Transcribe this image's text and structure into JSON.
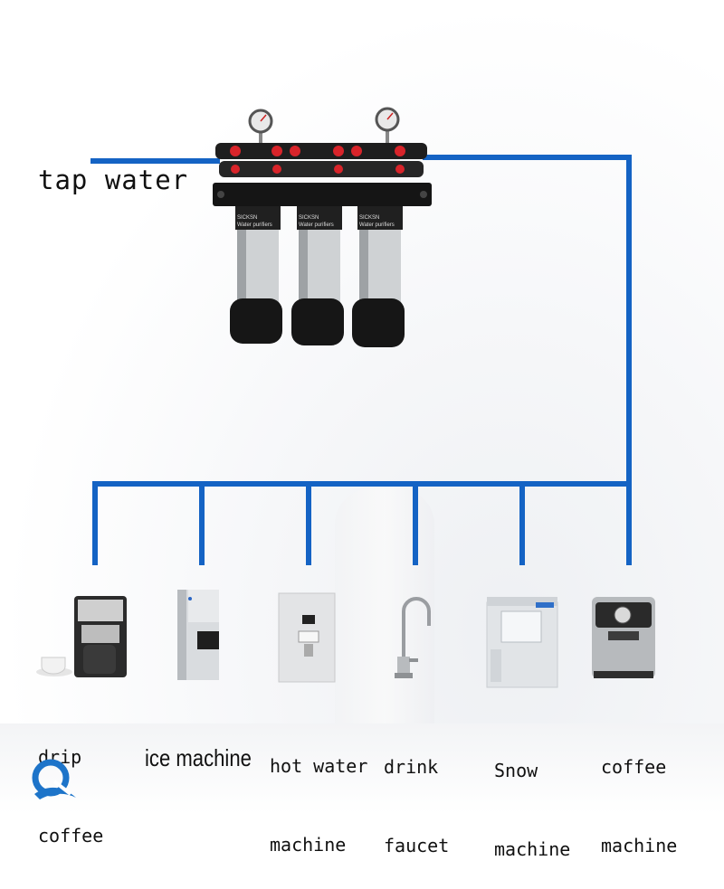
{
  "source_label": "tap water",
  "purifier_brand": "SICKSN",
  "purifier_subtitle": "Water purifiers",
  "appliances": [
    {
      "id": "drip-coffee",
      "lines": [
        "drip",
        "coffee"
      ]
    },
    {
      "id": "ice-machine",
      "lines": [
        "ice machine"
      ]
    },
    {
      "id": "hot-water-machine",
      "lines": [
        "hot water",
        "machine"
      ]
    },
    {
      "id": "drink-faucet",
      "lines": [
        "drink",
        "faucet"
      ]
    },
    {
      "id": "snow-machine",
      "lines": [
        "Snow",
        "machine"
      ]
    },
    {
      "id": "coffee-machine",
      "lines": [
        "coffee",
        "machine"
      ]
    }
  ],
  "colors": {
    "pipe": "#1463c4",
    "filter_body": "#1a1a1a",
    "filter_accent": "#d8242a",
    "logo": "#1d74c9"
  },
  "icons": [
    "water-filter-system-icon",
    "pressure-gauge-icon",
    "drip-coffee-maker-icon",
    "ice-machine-icon",
    "hot-water-dispenser-icon",
    "faucet-icon",
    "snow-ice-machine-icon",
    "espresso-machine-icon",
    "company-logo-icon"
  ]
}
